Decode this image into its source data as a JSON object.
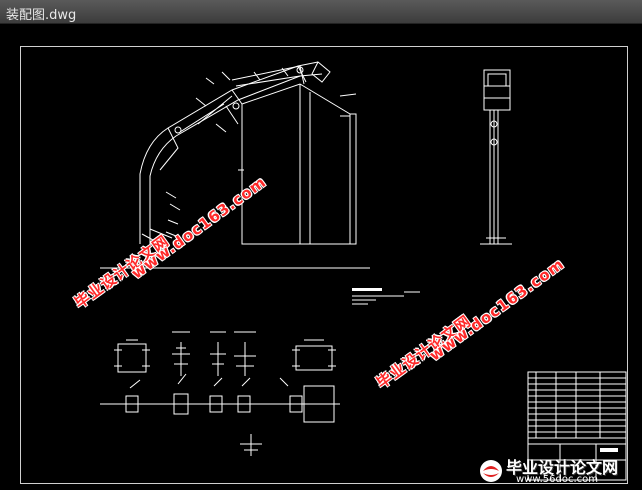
{
  "window": {
    "title": "装配图.dwg"
  },
  "watermarks": {
    "text_1": "毕业设计论文网",
    "url_1": "www.doc163.com",
    "text_2": "毕业设计论文网",
    "url_2": "www.doc163.com"
  },
  "brand": {
    "name": "毕业设计论文网",
    "url": "www.56doc.com",
    "logo_icon": "red-swirl-logo-icon"
  },
  "colors": {
    "background": "#000000",
    "lines": "#ffffff",
    "watermark": "#ff2a2a"
  }
}
